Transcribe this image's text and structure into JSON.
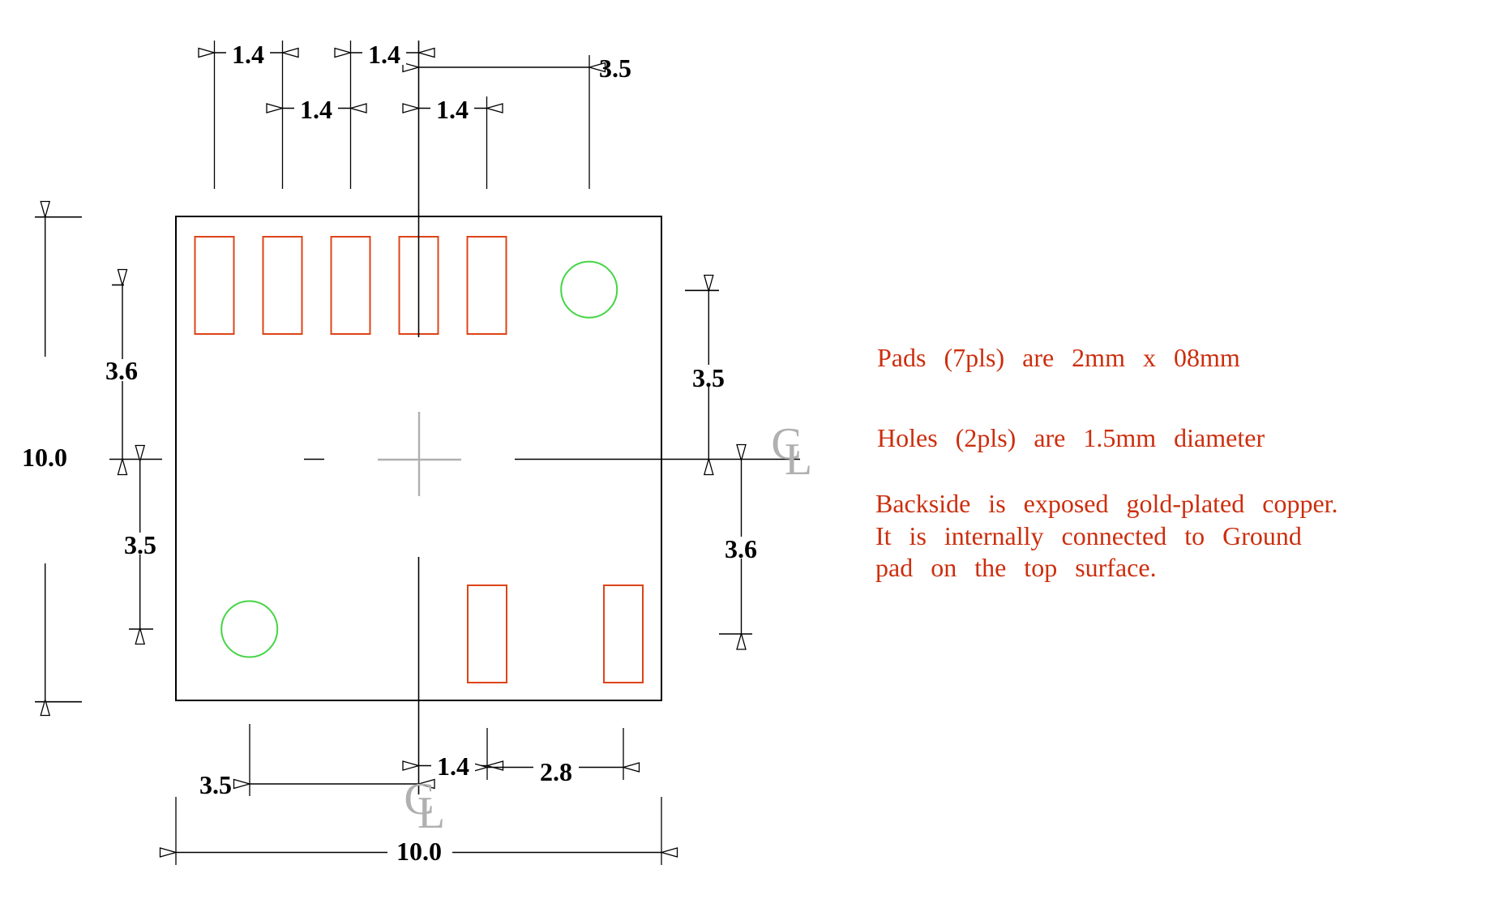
{
  "dims": {
    "top_pitch_r1a": "1.4",
    "top_pitch_r1b": "1.4",
    "top_pitch_r2a": "1.4",
    "top_pitch_r2b": "1.4",
    "top_hole_x": "3.5",
    "overall_height": "10.0",
    "top_pads_y": "3.6",
    "bottom_hole_y": "3.5",
    "top_hole_y": "3.5",
    "bottom_pads_y": "3.6",
    "bottom_pad1_x": "1.4",
    "bottom_pads_pitch": "2.8",
    "bottom_hole_x": "3.5",
    "overall_width": "10.0"
  },
  "centerline_symbol": {
    "c": "C",
    "l": "L"
  },
  "notes": {
    "pads": "Pads (7pls) are 2mm x 08mm",
    "holes": "Holes (2pls) are 1.5mm diameter",
    "backside_1": "Backside is exposed gold-plated copper.",
    "backside_2": "It is internally connected to Ground",
    "backside_3": "pad on the top surface."
  },
  "colors": {
    "pad_outline": "#dd4418",
    "hole_outline": "#44d544",
    "drawing_line": "#000000",
    "centerline_gray": "#b0b0b0",
    "note_text": "#cc2e0e",
    "background": "#ffffff"
  }
}
